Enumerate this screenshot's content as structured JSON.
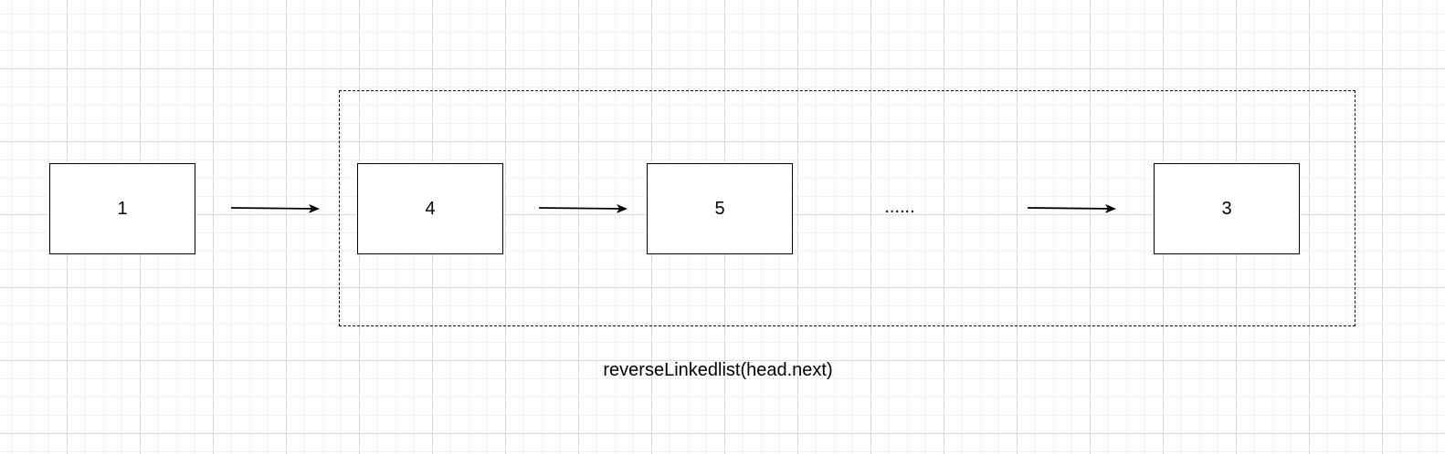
{
  "diagram": {
    "nodes": [
      {
        "id": "node-1",
        "label": "1"
      },
      {
        "id": "node-4",
        "label": "4"
      },
      {
        "id": "node-5",
        "label": "5"
      },
      {
        "id": "node-3",
        "label": "3"
      }
    ],
    "ellipsis": "......",
    "caption": "reverseLinkedlist(head.next)",
    "edges": [
      {
        "from": "node-1",
        "to": "node-4"
      },
      {
        "from": "node-4",
        "to": "node-5"
      },
      {
        "from": "ellipsis",
        "to": "node-3"
      }
    ]
  },
  "colors": {
    "stroke": "#000000",
    "grid_major": "#d9d9d9",
    "grid_minor": "#f0f0f0",
    "background": "#ffffff"
  }
}
